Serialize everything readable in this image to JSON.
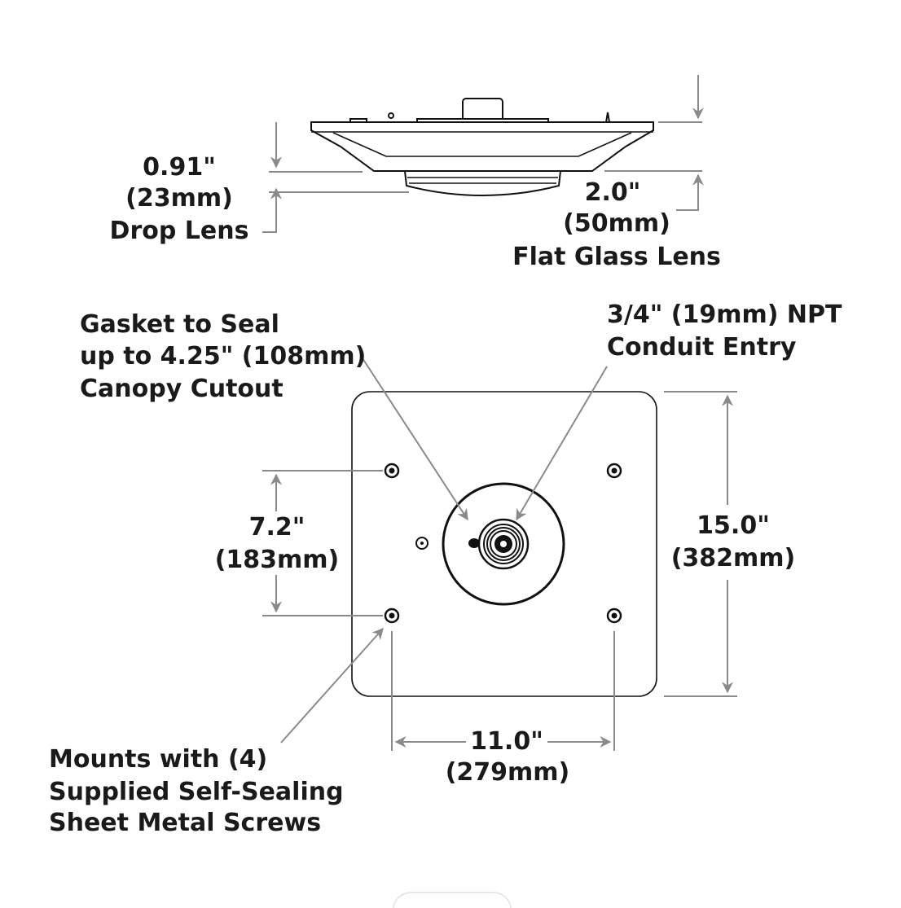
{
  "colors": {
    "ink": "#111111",
    "dimension_lines": "#8a8a8a",
    "background": "#ffffff"
  },
  "side_view": {
    "drop_lens": {
      "inch": "0.91\"",
      "mm": "(23mm)",
      "name": "Drop Lens"
    },
    "flat_glass": {
      "inch": "2.0\"",
      "mm": "(50mm)",
      "name": "Flat Glass Lens"
    }
  },
  "top_view": {
    "gasket": [
      "Gasket to Seal",
      "up to 4.25\" (108mm)",
      "Canopy Cutout"
    ],
    "conduit": [
      "3/4\" (19mm) NPT",
      "Conduit Entry"
    ],
    "mounts": [
      "Mounts with (4)",
      "Supplied Self-Sealing",
      "Sheet Metal Screws"
    ],
    "screw_spacing_vertical": {
      "inch": "7.2\"",
      "mm": "(183mm)"
    },
    "plate_height": {
      "inch": "15.0\"",
      "mm": "(382mm)"
    },
    "screw_spacing_horizontal": {
      "inch": "11.0\"",
      "mm": "(279mm)"
    }
  }
}
